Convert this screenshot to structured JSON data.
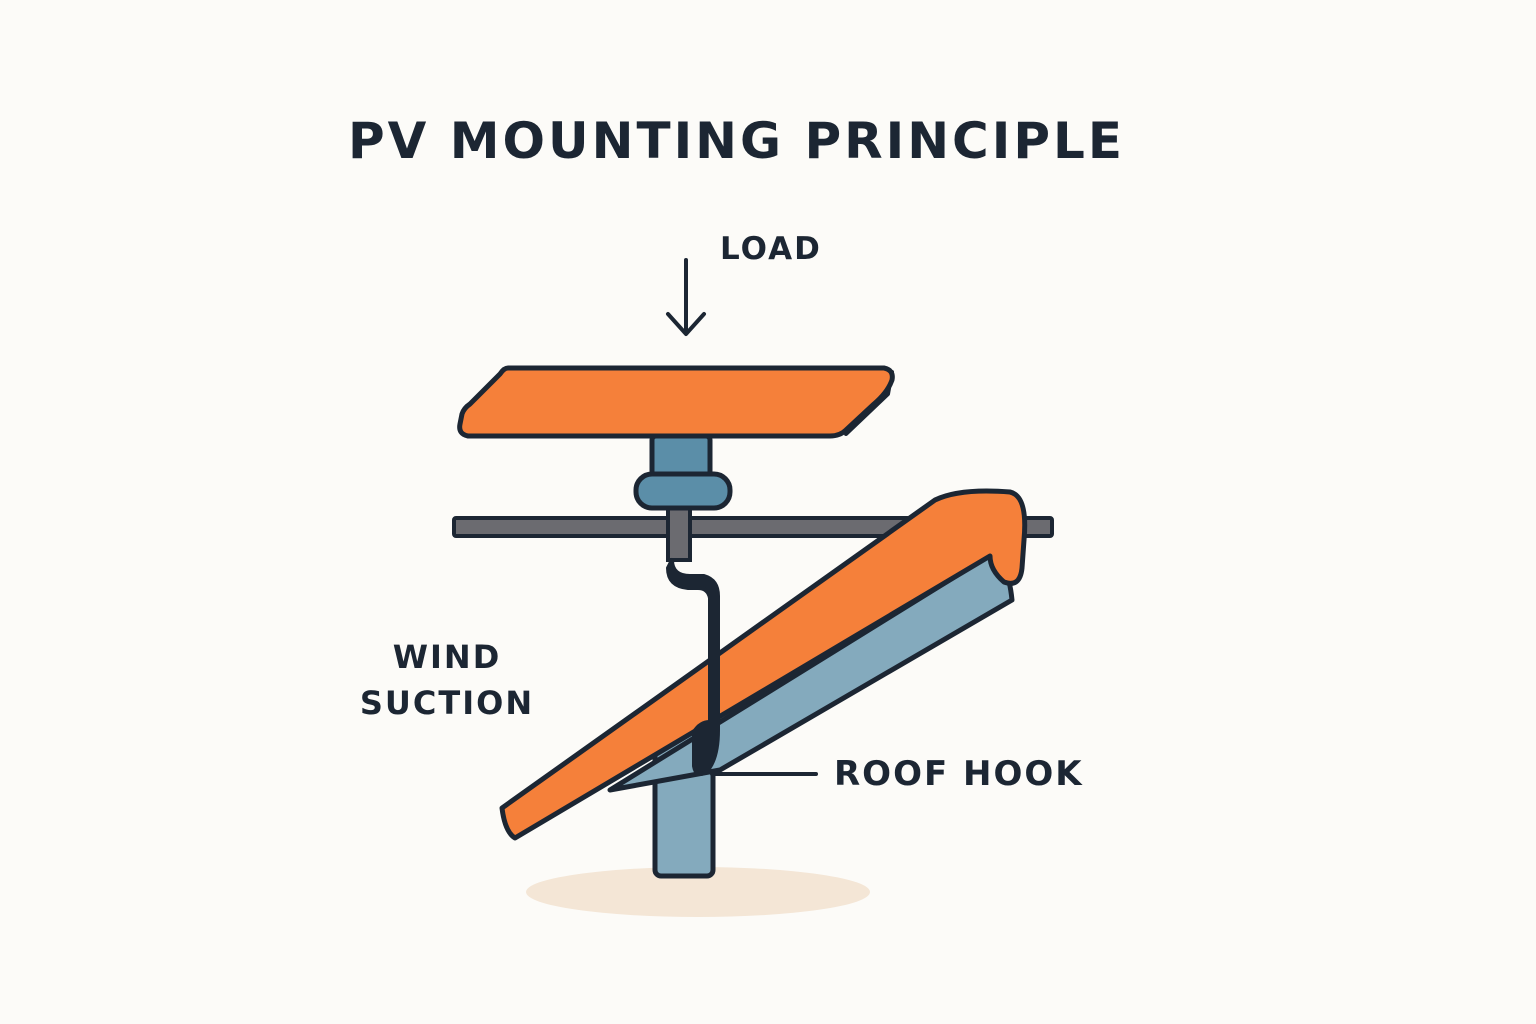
{
  "title": "PV MOUNTING PRINCIPLE",
  "labels": {
    "load": "LOAD",
    "wind_line1": "WIND",
    "wind_line2": "SUCTION",
    "roof_hook": "ROOF HOOK"
  },
  "colors": {
    "background": "#fcfbf8",
    "panel_orange": "#f5803a",
    "steel_blue": "#5b8ea8",
    "light_blue": "#84aabd",
    "rail_gray": "#6b6b70",
    "outline": "#1c2633",
    "shadow": "#f4e6d6"
  }
}
